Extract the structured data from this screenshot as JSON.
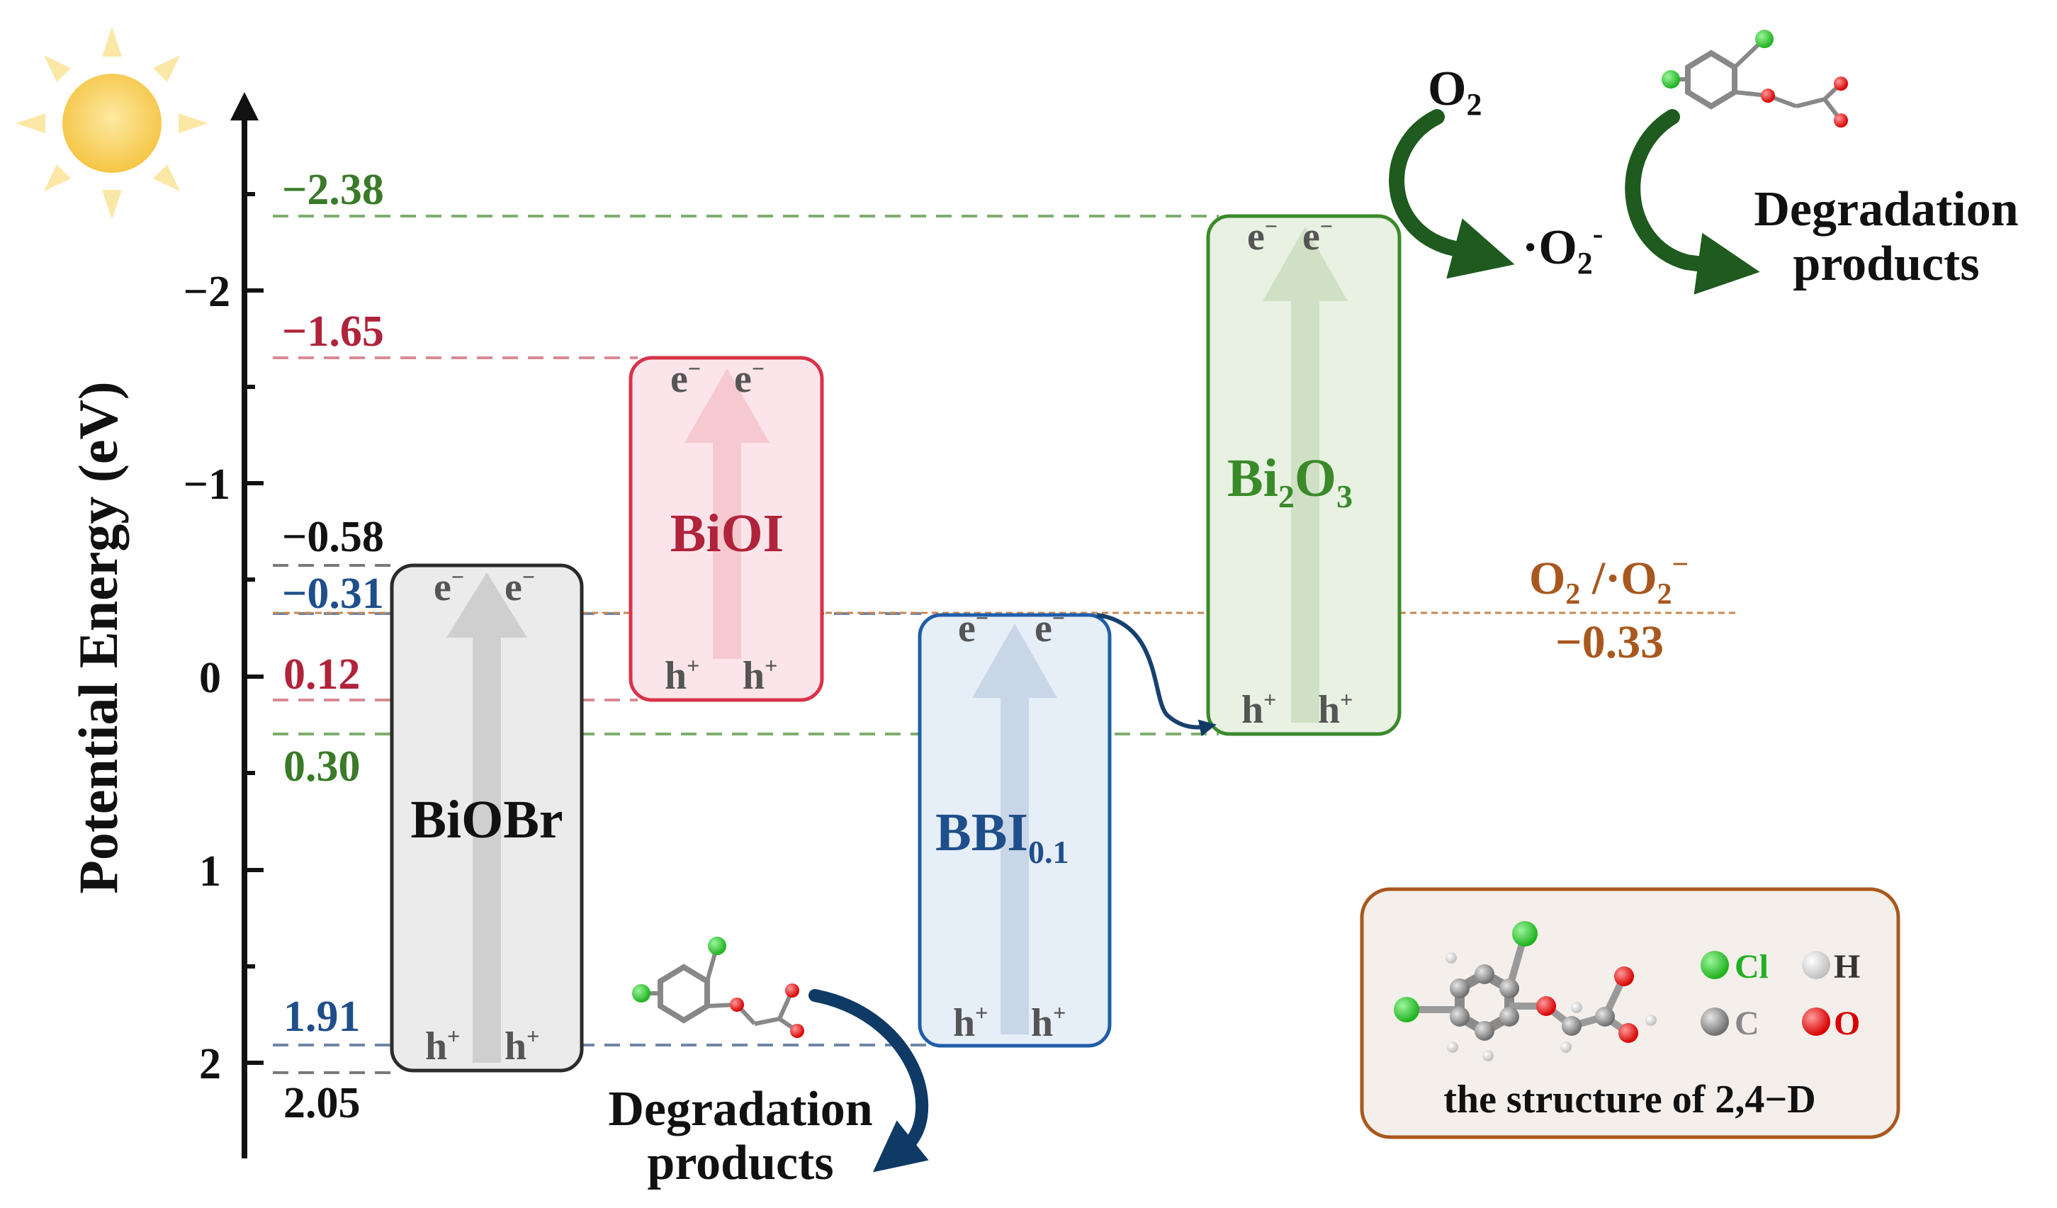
{
  "axis": {
    "label": "Potential Energy (eV)",
    "ticks": [
      "−2",
      "−1",
      "0",
      "1",
      "2"
    ]
  },
  "levels": {
    "bi2o3_cb": "−2.38",
    "bioi_cb": "−1.65",
    "biobr_cb": "−0.58",
    "bbi_cb": "−0.31",
    "bioi_vb": "0.12",
    "bi2o3_vb": "0.30",
    "bbi_vb": "1.91",
    "biobr_vb": "2.05"
  },
  "bands": {
    "biobr": {
      "label": "BiOBr"
    },
    "bioi": {
      "label": "BiOI"
    },
    "bbi": {
      "label": "BBI",
      "sub": "0.1"
    },
    "bi2o3": {
      "label_parts": [
        "Bi",
        "2",
        "O",
        "3"
      ]
    }
  },
  "carriers": {
    "electron": "e",
    "electron_sup": "−",
    "hole": "h",
    "hole_sup": "+"
  },
  "redox": {
    "couple_a": "O",
    "sub_a": "2",
    "slash": " /·O",
    "sub_b": "2",
    "sup_b": "−",
    "potential": "−0.33"
  },
  "reaction": {
    "o2": "O",
    "o2_sub": "2",
    "superoxide": "·O",
    "superoxide_sub": "2",
    "superoxide_sup": "-"
  },
  "products": {
    "line1": "Degradation",
    "line2": "products"
  },
  "legend": {
    "title": "the structure of 2,4−D",
    "cl": "Cl",
    "h": "H",
    "c": "C",
    "o": "O"
  },
  "colors": {
    "biobr": "#2b2b2b",
    "bioi": "#d8334a",
    "bbi": "#1f5ea8",
    "bi2o3": "#3a8a2a",
    "redox": "#a8581e",
    "axis": "#111111",
    "arrow_dark": "#1f5a1f",
    "arrow_navy": "#0f3a66"
  }
}
